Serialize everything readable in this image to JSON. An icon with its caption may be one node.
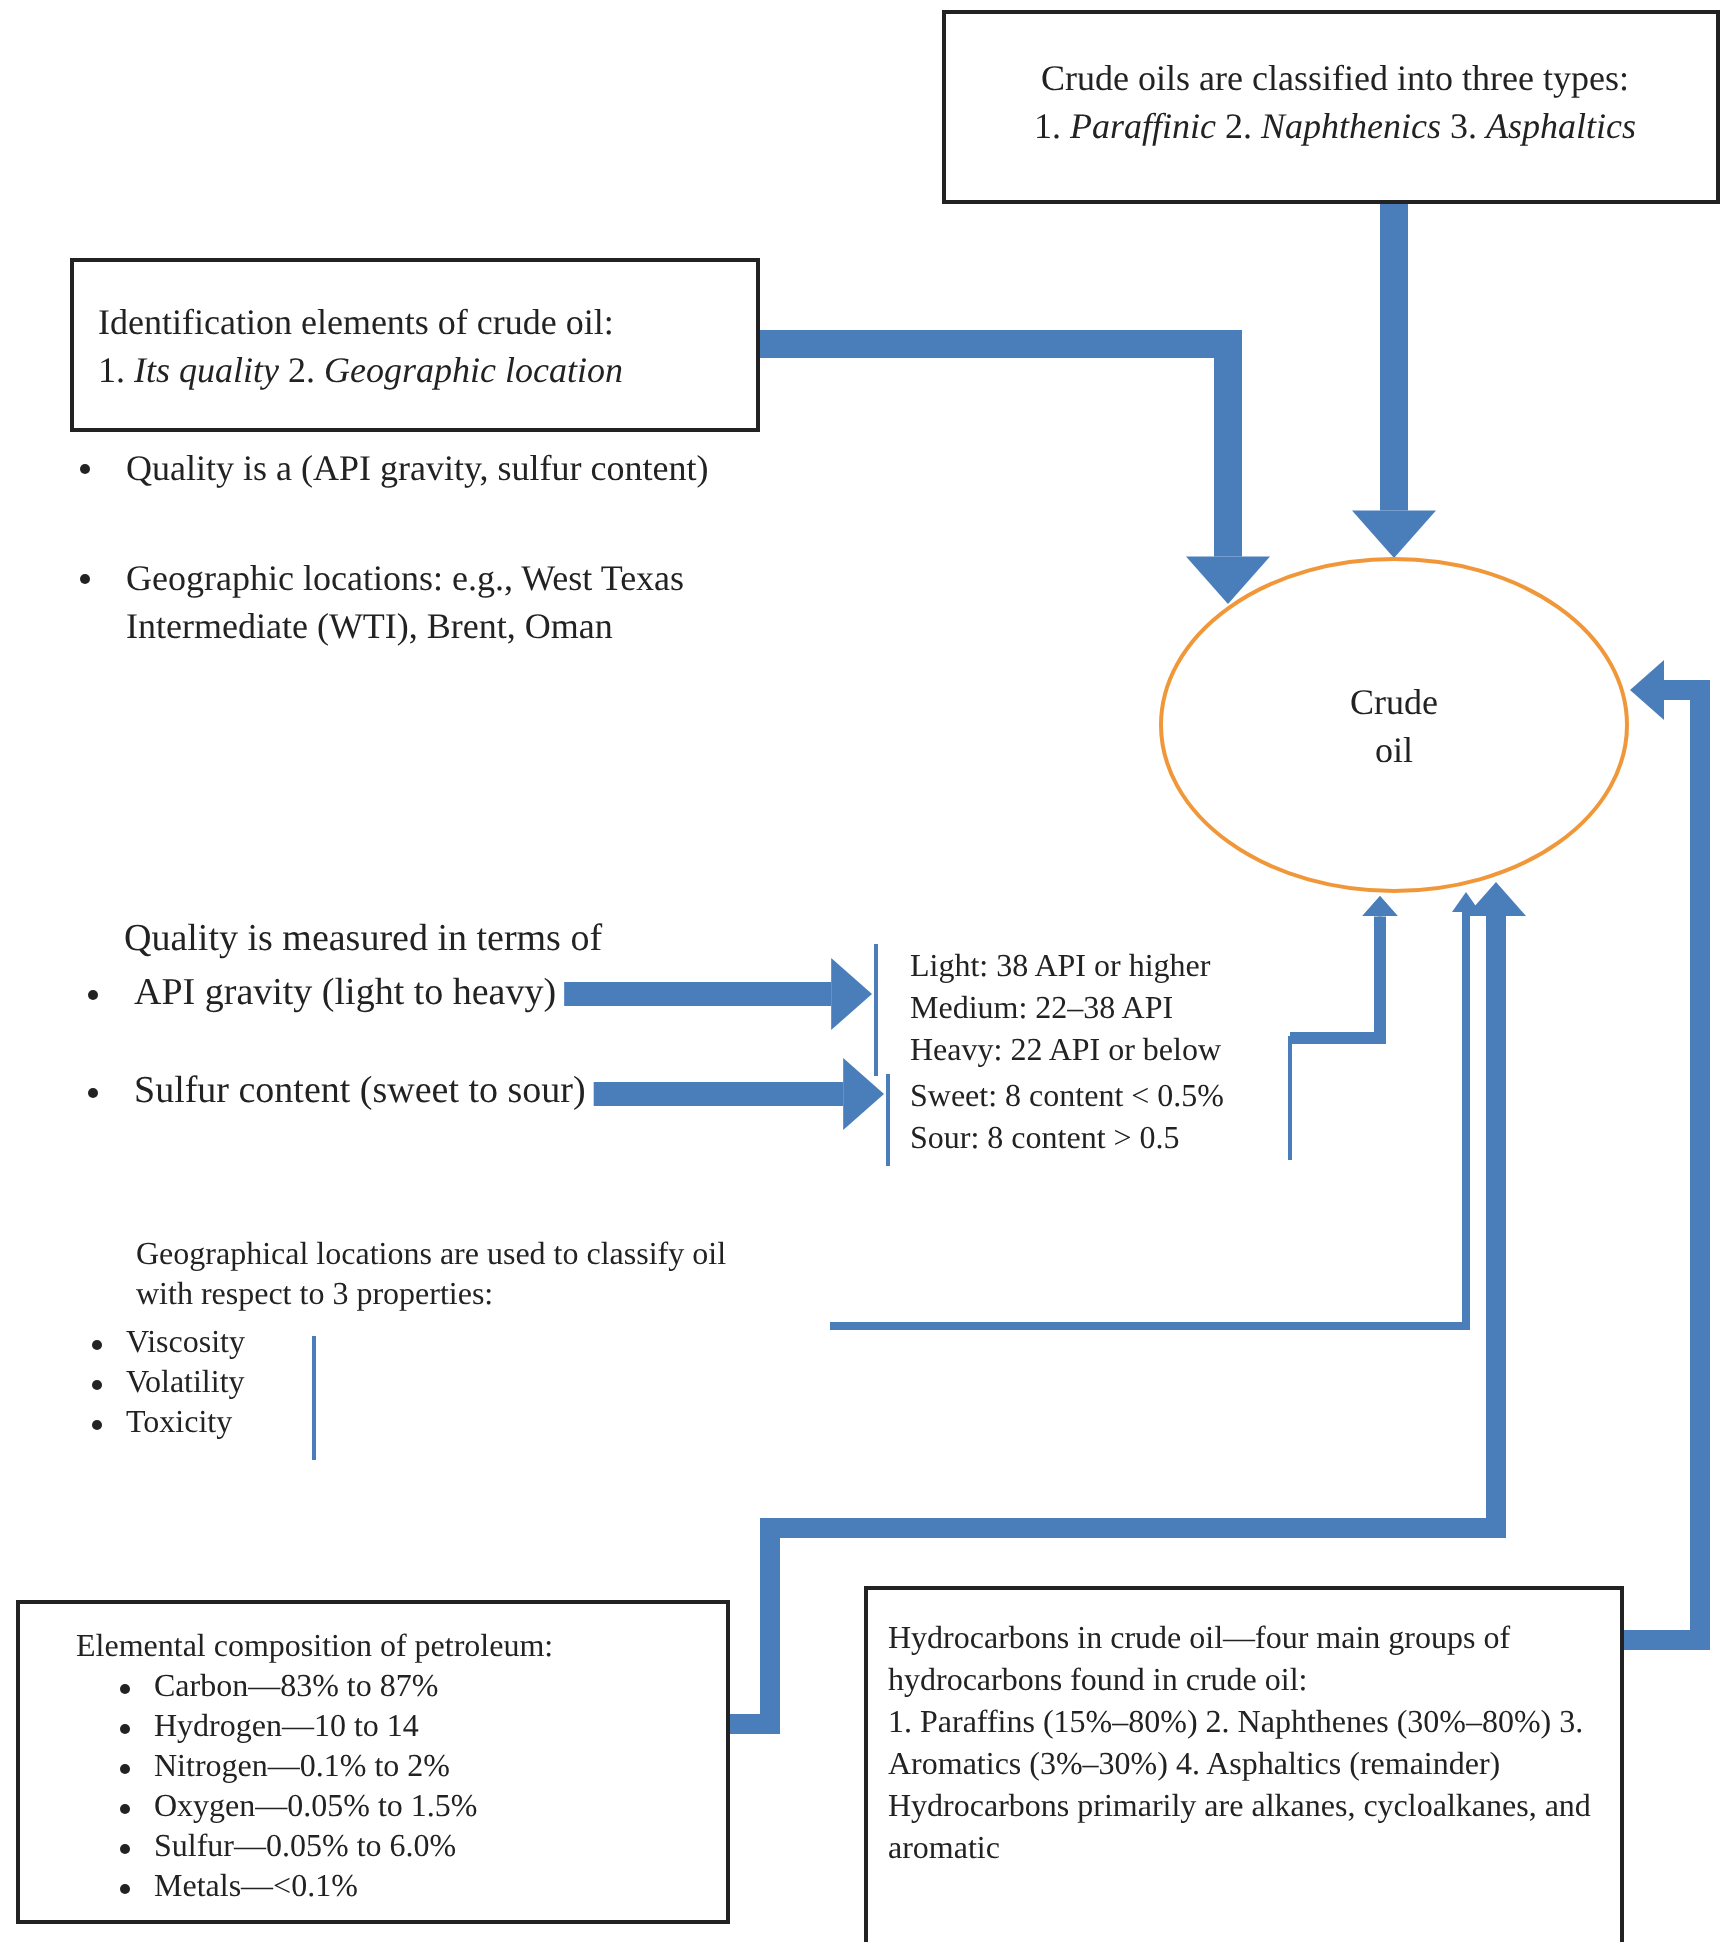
{
  "diagram": {
    "nodes": [
      {
        "text": [
          "Crude oils are classified into three types:",
          "1. *Paraffinic* 2. *Naphthenics* 3. *Asphaltics*"
        ]
      },
      {
        "text": [
          "Identification elements of crude oil:",
          "1. *Its quality*  2. *Geographic location*"
        ]
      },
      {
        "text": [
          "Crude oil"
        ]
      },
      {
        "text": [
          "API gravity (light to heavy)"
        ]
      },
      {
        "text": [
          "Sulfur content (sweet to sour)"
        ]
      },
      {
        "text": [
          "Light: 38 API or higher",
          "Medium: 22–38 API",
          "Heavy: 22 API or below"
        ]
      },
      {
        "text": [
          "Sweet: 8 content < 0.5%",
          "Sour: 8 content > 0.5"
        ]
      },
      {
        "text": [
          "Geographical locations are used to classify oil with respect to 3 properties:",
          "Viscosity",
          "Volatility",
          "Toxicity"
        ]
      },
      {
        "text": [
          "Elemental composition of petroleum:",
          "Carbon—83% to 87%",
          "Hydrogen—10 to 14",
          "Nitrogen—0.1% to 2%",
          "Oxygen—0.05% to 1.5%",
          "Sulfur—0.05% to 6.0%",
          "Metals—<0.1%"
        ]
      },
      {
        "text": [
          "Hydrocarbons in crude oil—four main groups of hydrocarbons found in crude oil:",
          "1. Paraffins (15%–80%) 2. Naphthenes (30%–80%) 3. Aromatics (3%–30%) 4. Asphaltics (remainder)",
          "Hydrocarbons primarily are alkanes, cycloalkanes, and aromatic"
        ]
      }
    ],
    "edges": [
      {
        "from": 0,
        "to": 2,
        "arrow": "to"
      },
      {
        "from": 1,
        "to": 2,
        "arrow": "to"
      },
      {
        "from": 3,
        "to": 5,
        "arrow": "to"
      },
      {
        "from": 4,
        "to": 6,
        "arrow": "to"
      },
      {
        "from": 5,
        "to": 2,
        "arrow": "to"
      },
      {
        "from": 6,
        "to": 2,
        "arrow": "to"
      },
      {
        "from": 7,
        "to": 2,
        "arrow": "to"
      },
      {
        "from": 8,
        "to": 2,
        "arrow": "to"
      },
      {
        "from": 9,
        "to": 2,
        "arrow": "to"
      }
    ],
    "labels": [
      "Quality is a (API gravity, sulfur content)",
      "Geographic locations: e.g., West Texas Intermediate (WTI), Brent, Oman",
      "Quality is measured in terms of"
    ]
  }
}
